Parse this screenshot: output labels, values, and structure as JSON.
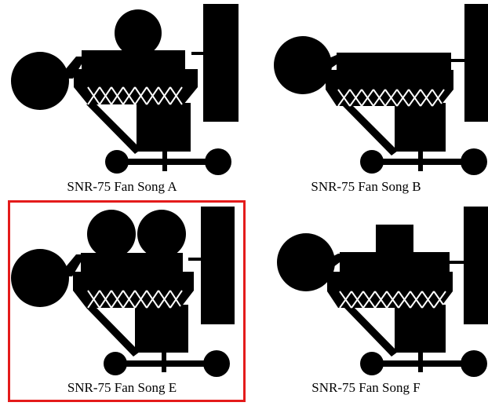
{
  "panels": [
    {
      "id": "A",
      "caption": "SNR-75 Fan Song A"
    },
    {
      "id": "B",
      "caption": "SNR-75 Fan Song B"
    },
    {
      "id": "E",
      "caption": "SNR-75 Fan Song E",
      "selected": true
    },
    {
      "id": "F",
      "caption": "SNR-75 Fan Song F"
    }
  ],
  "colors": {
    "silhouette": "#000000",
    "selection": "#e41b1b",
    "background": "#ffffff"
  }
}
